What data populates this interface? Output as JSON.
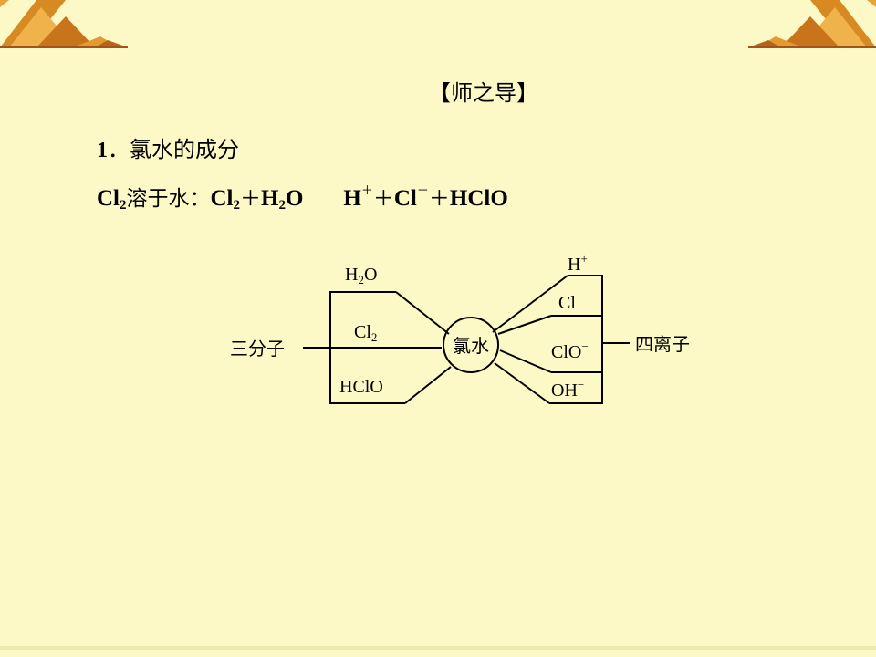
{
  "heading": "【师之导】",
  "section": {
    "number": "1",
    "separator": "．",
    "title": "氯水的成分"
  },
  "equation": {
    "cl2": "Cl",
    "cl2_sub": "2",
    "dissolve": "溶于水：",
    "reactant1": "Cl",
    "reactant1_sub": "2",
    "plus1": "＋",
    "reactant2_a": "H",
    "reactant2_sub": "2",
    "reactant2_b": "O",
    "product1": "H",
    "product1_sup": "＋",
    "plus2": "＋",
    "product2": "Cl",
    "product2_sup": "－",
    "plus3": "＋",
    "product3": "HClO"
  },
  "diagram": {
    "center": "氯水",
    "left_label": "三分子",
    "right_label": "四离子",
    "molecules": [
      {
        "base": "H",
        "sub": "2",
        "tail": "O"
      },
      {
        "base": "Cl",
        "sub": "2",
        "tail": ""
      },
      {
        "base": "HClO",
        "sub": "",
        "tail": ""
      }
    ],
    "ions": [
      {
        "base": "H",
        "sup": "+"
      },
      {
        "base": "Cl",
        "sup": "−"
      },
      {
        "base": "ClO",
        "sup": "−"
      },
      {
        "base": "OH",
        "sup": "−"
      }
    ]
  }
}
